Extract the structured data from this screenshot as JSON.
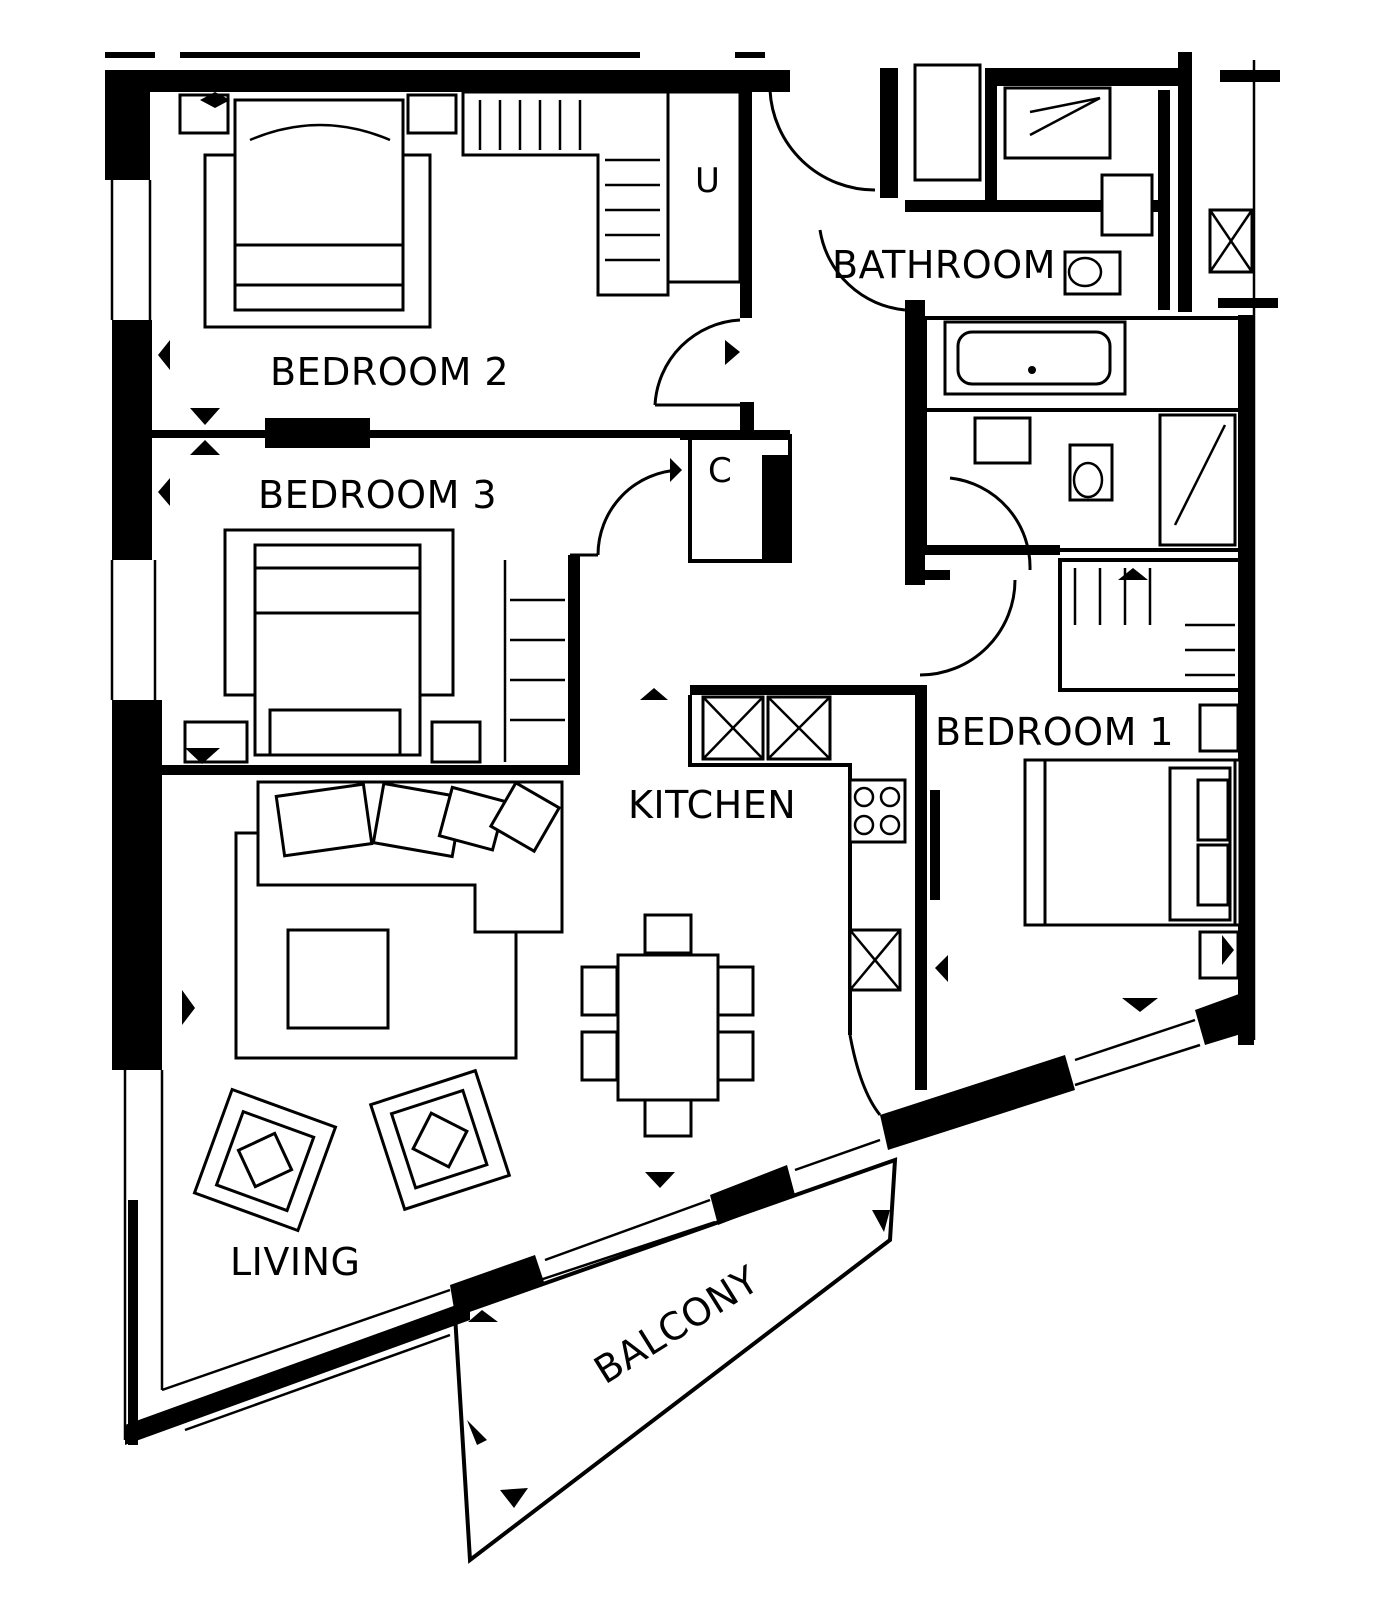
{
  "rooms": {
    "bedroom_2": "BEDROOM 2",
    "bedroom_3": "BEDROOM 3",
    "bedroom_1": "BEDROOM 1",
    "bathroom": "BATHROOM",
    "kitchen": "KITCHEN",
    "living": "LIVING",
    "balcony": "BALCONY"
  },
  "storage": {
    "utility": "U",
    "cupboard": "C"
  }
}
